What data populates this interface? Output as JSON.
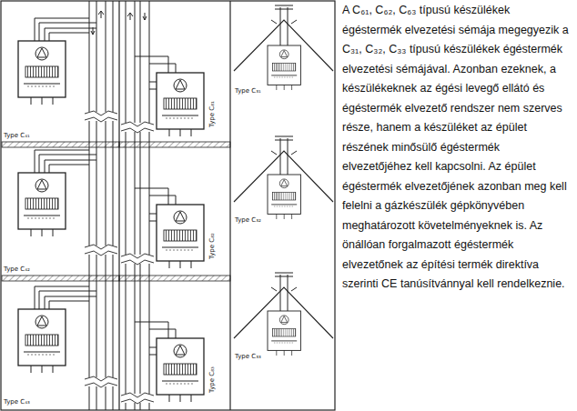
{
  "diagram": {
    "labels": [
      "Type C₄₁",
      "Type C₄₂",
      "Type C₄₃",
      "Type C₈₁",
      "Type C₈₂",
      "Type C₈₃",
      "Type C₃₁",
      "Type C₃₂",
      "Type C₃₃",
      "A C₆₁, C₆₂, C₆₃ típusú készülékek égéstermék elvezetési sémája megegyezik a C₃₁, C₃₂, C₃₃ típusú készülékek égéstermék elvezetési sémájával. Azonban ezeknek, a készülékeknek az égési levegő ellátó és égéstermék elvezető rendszer nem szerves része, hanem a készüléket az épület részének minősülő égéstermék elvezetőjéhez kell kapcsolni. Az épület égéstermék elvezetőjének azonban meg kell felelni a gázkészülék gépkönyvében meghatározott követelményeknek is. Az önállóan forgalmazott égéstermék elvezetőnek az építési termék direktíva szerinti CE tanúsítvánnyal kell rendelkeznie."
    ]
  }
}
